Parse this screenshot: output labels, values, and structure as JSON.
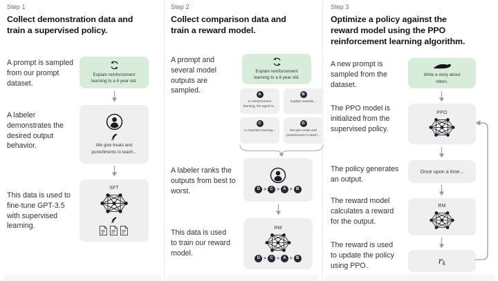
{
  "figure": {
    "colors": {
      "prompt_box": "#d7ecd9",
      "node_box": "#efeff0",
      "dark": "#26262e",
      "arrow": "#9a9aa2"
    }
  },
  "columns": [
    {
      "step": "Step 1",
      "heading": "Collect demonstration data and train a supervised policy.",
      "caption_prompt": "A prompt is sampled from our prompt dataset.",
      "caption_labeler": "A labeler demonstrates the desired output behavior.",
      "caption_train": "This data is used to fine-tune GPT-3.5 with supervised learning.",
      "prompt_text": "Explain reinforcement learning to a 6 year old.",
      "labeler_note": "We give treats and punishments to teach...",
      "model_label": "SFT"
    },
    {
      "step": "Step 2",
      "heading": "Collect comparison data and train a reward model.",
      "caption_prompt": "A prompt and several model outputs are sampled.",
      "caption_labeler": "A labeler ranks the outputs from best to worst.",
      "caption_train": "This data is used to train our reward model.",
      "prompt_text": "Explain reinforcement learning to a 6 year old.",
      "outputs": [
        {
          "letter": "A",
          "text": "In reinforcement learning, the agent is..."
        },
        {
          "letter": "B",
          "text": "Explain rewards..."
        },
        {
          "letter": "C",
          "text": "In machine learning..."
        },
        {
          "letter": "D",
          "text": "We give treats and punishments to teach..."
        }
      ],
      "model_label": "RM",
      "ranking": {
        "items": [
          "D",
          "C",
          "A",
          "B"
        ],
        "seps": [
          ">",
          ">",
          "="
        ]
      }
    },
    {
      "step": "Step 3",
      "heading": "Optimize a policy against the reward model using the PPO reinforcement learning algorithm.",
      "caption_prompt": "A new prompt is sampled from the dataset.",
      "caption_init": "The PPO model is initialized from the supervised policy.",
      "caption_output": "The policy generates an output.",
      "caption_reward": "The reward model calculates a reward for the output.",
      "caption_update": "The reward is used to update the policy using PPO.",
      "prompt_text": "Write a story about otters.",
      "ppo_label": "PPO",
      "output_text": "Once upon a time...",
      "rm_label": "RM",
      "reward_symbol": "r",
      "reward_subscript": "k"
    }
  ]
}
